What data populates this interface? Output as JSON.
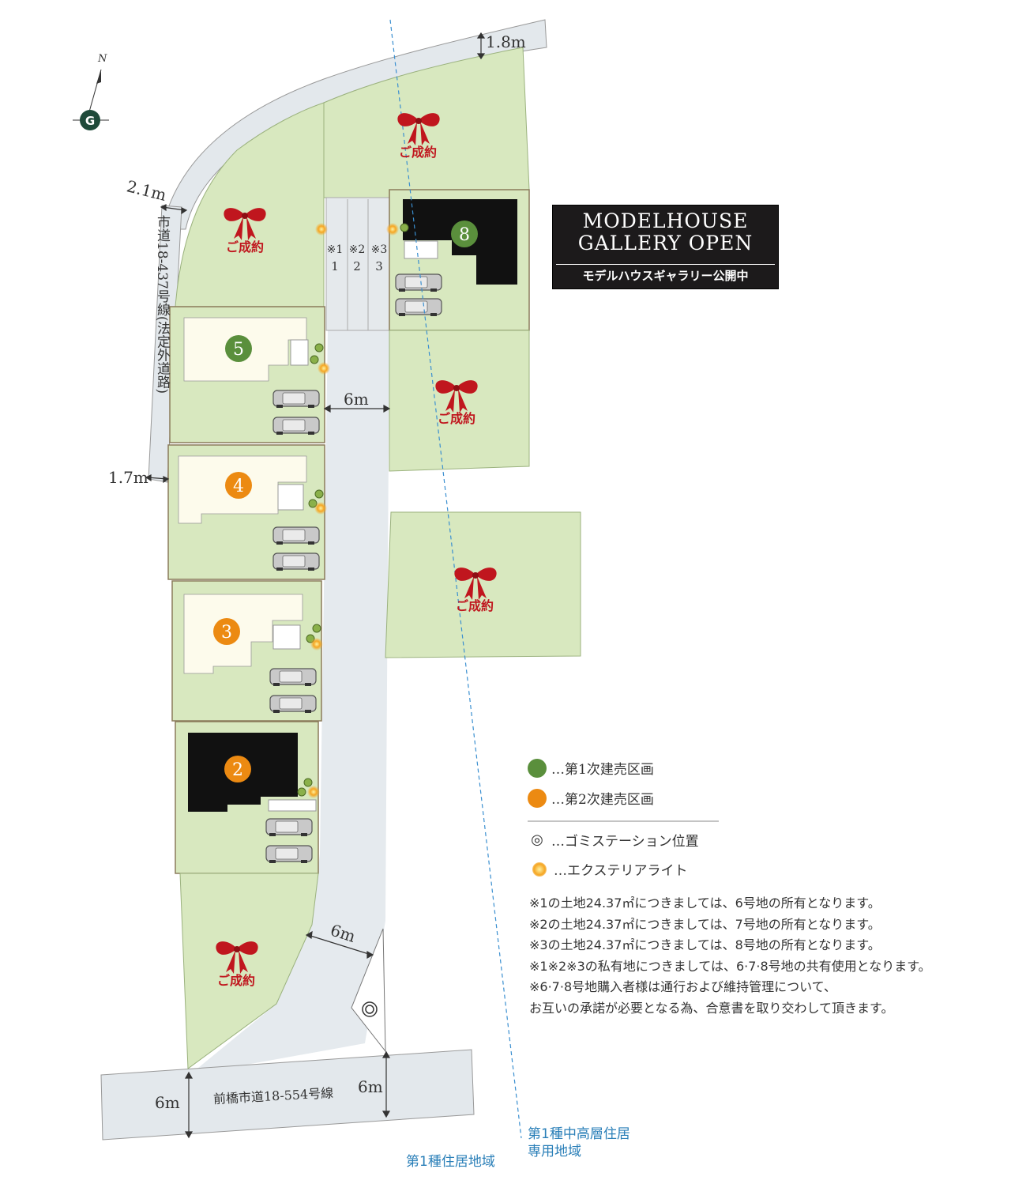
{
  "compass": {
    "north_label": "N",
    "logo_letter": "G"
  },
  "dimensions": {
    "top_road_width": "1.8m",
    "left_road_width_top": "2.1m",
    "left_road_width_bottom": "1.7m",
    "inner_road_width_top": "6m",
    "inner_road_width_bottom": "6m",
    "main_road_width_left": "6m",
    "main_road_width_right": "6m"
  },
  "roads": {
    "left_road_name": "市道18-437号線(法定外道路)",
    "main_road_name": "前橋市道18-554号線"
  },
  "private_spaces": [
    "※1",
    "※2",
    "※3"
  ],
  "lots": [
    {
      "number": "8",
      "phase": 1,
      "status": "model"
    },
    {
      "number": "5",
      "phase": 1
    },
    {
      "number": "4",
      "phase": 2
    },
    {
      "number": "3",
      "phase": 2
    },
    {
      "number": "2",
      "phase": 2
    }
  ],
  "sold_label": "ご成約",
  "model_badge": {
    "line1": "MODELHOUSE",
    "line2": "GALLERY OPEN",
    "line3": "モデルハウスギャラリー公開中"
  },
  "legend": {
    "phase1": "…第1次建売区画",
    "phase2": "…第2次建売区画",
    "garbage_symbol": "◎",
    "garbage": "…ゴミステーション位置",
    "light": "…エクステリアライト"
  },
  "colors": {
    "phase1": "#5a8f3c",
    "phase2": "#ec8a12",
    "lot_green": "#d8e8bf",
    "road": "#e3e8ec",
    "sold_red": "#c0161e",
    "zone_blue": "#2a7fb8"
  },
  "notes": [
    "※1の土地24.37㎡につきましては、6号地の所有となります。",
    "※2の土地24.37㎡につきましては、7号地の所有となります。",
    "※3の土地24.37㎡につきましては、8号地の所有となります。",
    "※1※2※3の私有地につきましては、6·7·8号地の共有使用となります。",
    "※6·7·8号地購入者様は通行および維持管理について、",
    "お互いの承諾が必要となる為、合意書を取り交わして頂きます。"
  ],
  "zones": {
    "left": "第1種住居地域",
    "right_line1": "第1種中高層住居",
    "right_line2": "専用地域"
  }
}
